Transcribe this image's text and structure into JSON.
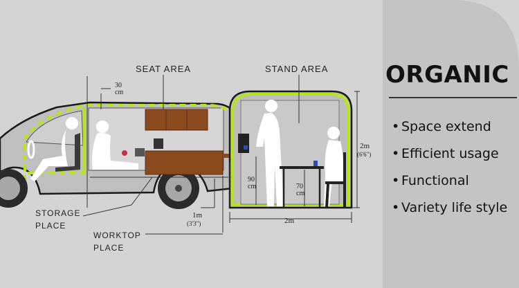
{
  "labels": {
    "seat_area": "SEAT AREA",
    "stand_area": "STAND AREA",
    "storage_line1": "STORAGE",
    "storage_line2": "PLACE",
    "worktop_line1": "WORKTOP",
    "worktop_line2": "PLACE"
  },
  "dimensions": {
    "d30_value": "30",
    "d30_unit": "cm",
    "d90_value": "90",
    "d90_unit": "cm",
    "d70_value": "70",
    "d70_unit": "cm",
    "d1m_value": "1m",
    "d1m_sub": "(3'3\")",
    "d2m_height_value": "2m",
    "d2m_height_sub": "(6'6\")",
    "d2m_width_value": "2m"
  },
  "panel": {
    "title": "ORGANIC",
    "features": [
      "Space extend",
      "Efficient usage",
      "Functional",
      "Variety life style"
    ]
  },
  "colors": {
    "background": "#d4d4d4",
    "panel": "#c4c4c4",
    "outline_green": "#b5e61d",
    "wood": "#8b4a1e",
    "ink": "#222222"
  }
}
